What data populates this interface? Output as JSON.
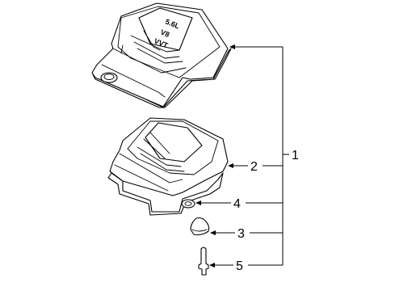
{
  "callouts": {
    "assembly": "1",
    "cover_lower": "2",
    "insulator_clip": "3",
    "grommet": "4",
    "push_pin": "5"
  },
  "emblem": {
    "line1": "5.6L",
    "line2": "V8",
    "line3": "VVT"
  }
}
